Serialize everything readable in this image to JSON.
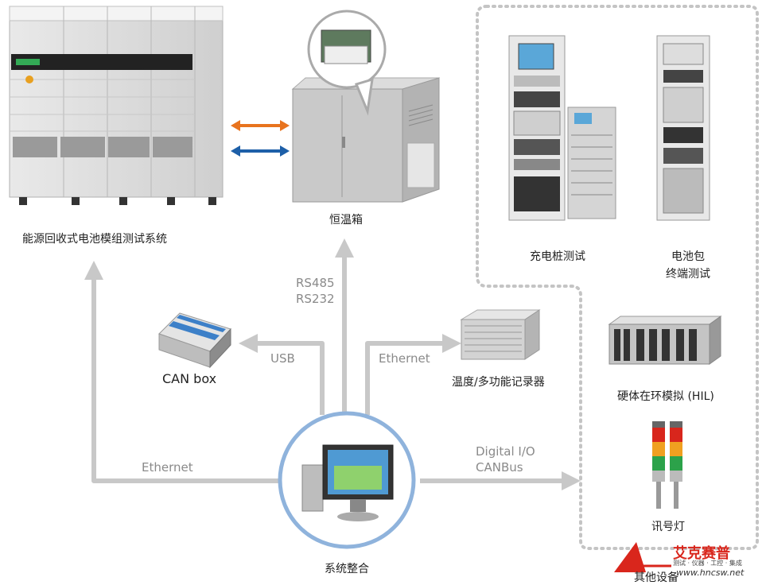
{
  "labels": {
    "energy_system": "能源回收式电池模组测试系统",
    "chamber": "恒温箱",
    "charger_test": "充电桩测试",
    "battery_pack_1": "电池包",
    "battery_pack_2": "终端测试",
    "can_box": "CAN box",
    "recorder": "温度/多功能记录器",
    "hil": "硬体在环模拟 (HIL)",
    "signal_light": "讯号灯",
    "system_integration": "系统整合",
    "other_devices": "其他设备"
  },
  "connections": {
    "rs485": "RS485",
    "rs232": "RS232",
    "usb": "USB",
    "ethernet_right": "Ethernet",
    "ethernet_left": "Ethernet",
    "digital_io": "Digital I/O",
    "canbus": "CANBus"
  },
  "watermark": {
    "brand": "艾克赛普",
    "tagline": "测试 · 仪器 · 工控 · 集成",
    "url": "www.hncsw.net"
  },
  "colors": {
    "arrow_gray": "#c8c8c8",
    "orange_arrow": "#e8731e",
    "blue_arrow": "#1d5fa8",
    "ring_blue": "#8fb3dc",
    "brand_red": "#d9261c"
  }
}
